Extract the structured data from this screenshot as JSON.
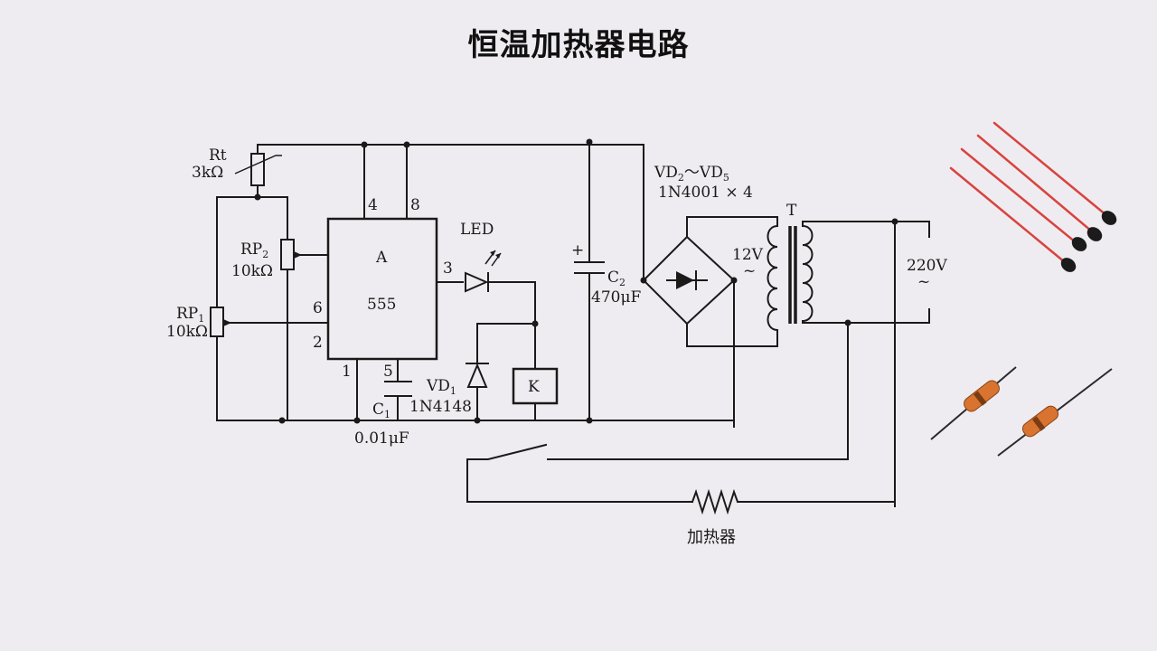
{
  "title": "恒温加热器电路",
  "labels": {
    "rt": "Rt",
    "rt_value": "3kΩ",
    "rp2": "RP",
    "rp2_sub": "2",
    "rp2_value": "10kΩ",
    "rp1": "RP",
    "rp1_sub": "1",
    "rp1_value": "10kΩ",
    "ic_name": "A",
    "ic_type": "555",
    "pin4": "4",
    "pin8": "8",
    "pin6": "6",
    "pin2": "2",
    "pin1": "1",
    "pin5": "5",
    "pin3": "3",
    "led": "LED",
    "c1": "C",
    "c1_sub": "1",
    "c1_value": "0.01μF",
    "vd1": "VD",
    "vd1_sub": "1",
    "vd1_part": "1N4148",
    "relay": "K",
    "c2": "C",
    "c2_sub": "2",
    "c2_value": "470μF",
    "plus": "+",
    "bridge_a": "VD",
    "bridge_a_sub": "2",
    "bridge_sep": "～",
    "bridge_b": "VD",
    "bridge_b_sub": "5",
    "bridge_part": "1N4001 × 4",
    "transformer": "T",
    "sec_voltage": "12V",
    "sec_ac": "~",
    "pri_voltage": "220V",
    "pri_ac": "~",
    "heater": "加热器"
  },
  "colors": {
    "background": "#eeecf0",
    "wire": "#1a1a1a",
    "thermistor_wire": "#d9433f",
    "thermistor_head": "#1b1b1b",
    "diode_body": "#d8742f"
  },
  "icons": [
    "thermistor-icon",
    "glass-diode-icon"
  ]
}
